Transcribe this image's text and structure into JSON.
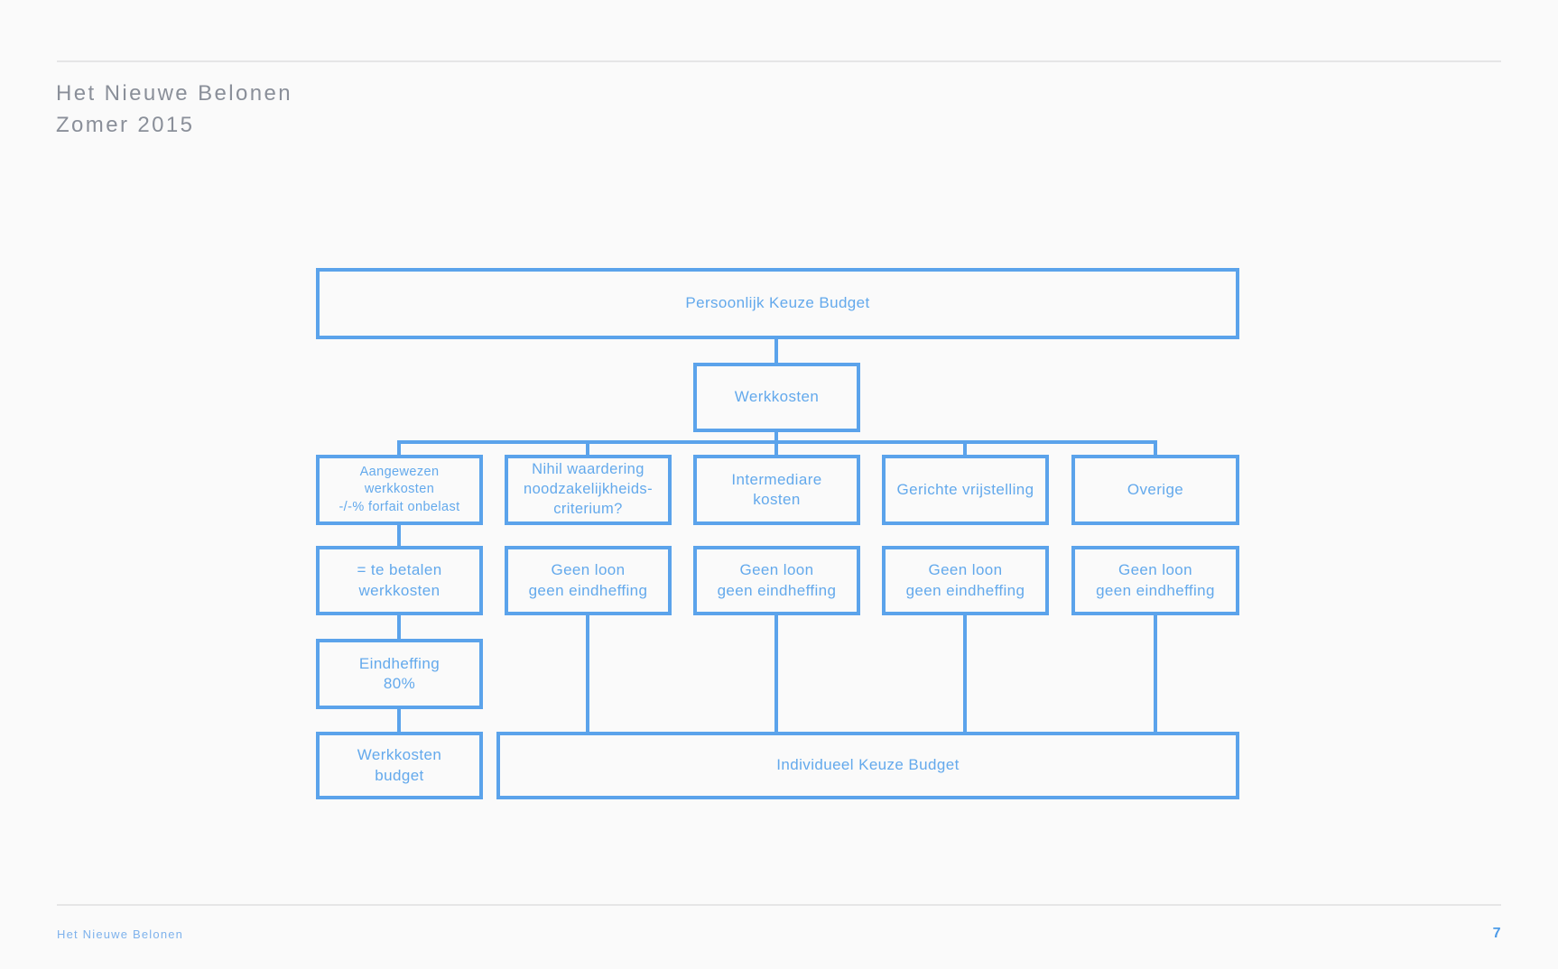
{
  "slide": {
    "title_line1": "Het Nieuwe Belonen",
    "title_line2": "Zomer 2015"
  },
  "colors": {
    "background": "#FAFAFA",
    "accent_blue_border": "#5BA3EB",
    "accent_blue_text": "#63A9EC",
    "title_gray": "#8A8F99",
    "rule_gray": "#E5E5E6",
    "footer_blue": "#7EB2EC",
    "page_number_blue": "#4D9BE8"
  },
  "diagram": {
    "root": {
      "label": "Persoonlijk Keuze Budget"
    },
    "werkkosten": {
      "label": "Werkkosten"
    },
    "branches": [
      {
        "top": "Aangewezen\nwerkkosten\n-/-% forfait onbelast",
        "bottom": "= te betalen\nwerkkosten"
      },
      {
        "top": "Nihil waardering\nnoodzakelijkheids-\ncriterium?",
        "bottom": "Geen loon\ngeen eindheffing"
      },
      {
        "top": "Intermediare\nkosten",
        "bottom": "Geen loon\ngeen eindheffing"
      },
      {
        "top": "Gerichte vrijstelling",
        "bottom": "Geen loon\ngeen eindheffing"
      },
      {
        "top": "Overige",
        "bottom": "Geen loon\ngeen eindheffing"
      }
    ],
    "eindheffing": {
      "label": "Eindheffing\n80%"
    },
    "werkkosten_budget": {
      "label": "Werkkosten\nbudget"
    },
    "individueel": {
      "label": "Individueel Keuze Budget"
    }
  },
  "footer": {
    "label": "Het Nieuwe Belonen",
    "page_number": "7"
  }
}
